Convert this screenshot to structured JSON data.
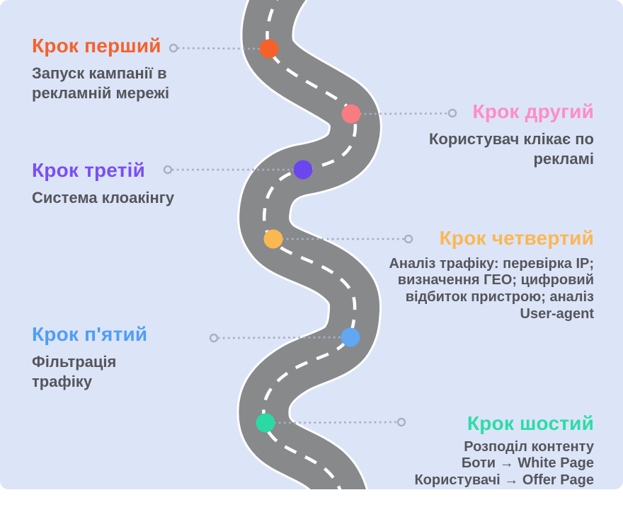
{
  "theme": {
    "page_bg": "#ffffff",
    "panel_bg": "#dce4f8",
    "road_color": "#87898b",
    "road_edge_color": "#ffffff",
    "lane_marking_color": "#ffffff",
    "connector_color": "#a9b1bf",
    "body_text_color": "#54565a"
  },
  "steps": [
    {
      "title": "Крок перший",
      "title_color": "#f4622a",
      "dot_color": "#f4622a",
      "body_lines": [
        "Запуск кампанії в",
        "рекламній мережі"
      ]
    },
    {
      "title": "Крок другий",
      "title_color": "#fe8dc6",
      "dot_color": "#f97c80",
      "body_lines": [
        "Користувач клікає по",
        "рекламі"
      ]
    },
    {
      "title": "Крок третій",
      "title_color": "#7a4ff2",
      "dot_color": "#6b46f0",
      "body_lines": [
        "Система клоакінгу"
      ]
    },
    {
      "title": "Крок четвертий",
      "title_color": "#fbb751",
      "dot_color": "#f9b850",
      "body_lines": [
        "Аналіз трафіку: перевірка IP;",
        "визначення ГЕО; цифровий",
        "відбиток пристрою; аналіз",
        "User-agent"
      ]
    },
    {
      "title": "Крок п'ятий",
      "title_color": "#4f9ef6",
      "dot_color": "#61a7f1",
      "body_lines": [
        "Фільтрація",
        "трафіку"
      ]
    },
    {
      "title": "Крок шостий",
      "title_color": "#2cdca6",
      "dot_color": "#2bd9a4",
      "body_lines": [
        "Розподіл контенту",
        "Боти → White Page",
        "Користувачі → Offer Page"
      ]
    }
  ]
}
